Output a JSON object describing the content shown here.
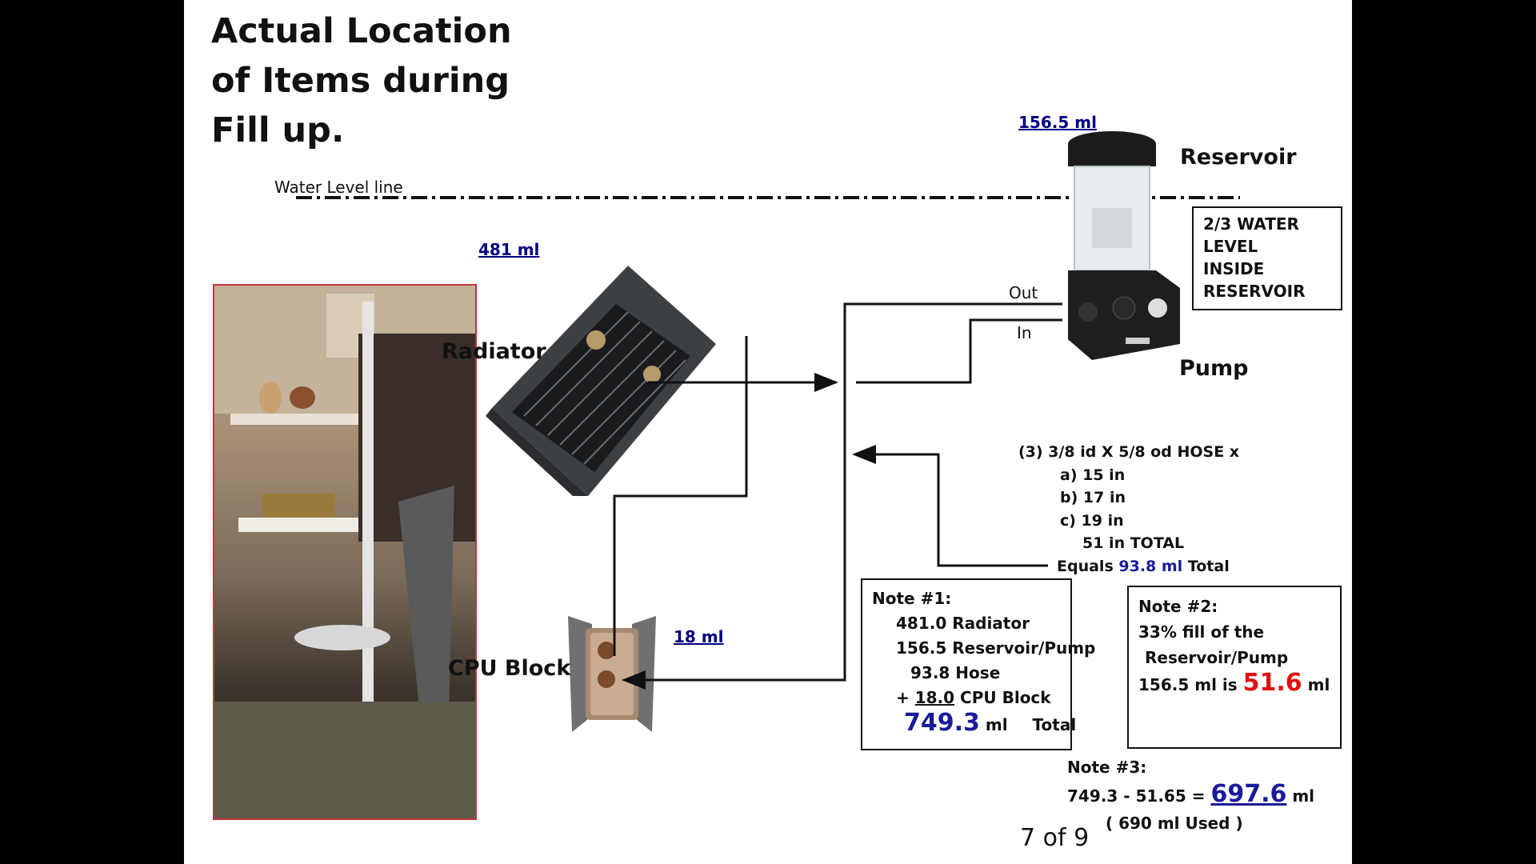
{
  "slide": {
    "title_line1": "Actual Location",
    "title_line2": "of Items during",
    "title_line3": "Fill up.",
    "water_level": "Water Level line",
    "reservoir_ml": "156.5 ml",
    "reservoir_label": "Reservoir",
    "water_note": [
      "2/3 WATER",
      "LEVEL",
      "INSIDE",
      "RESERVOIR"
    ],
    "radiator_ml": "481 ml",
    "radiator_label": "Radiator",
    "out_label": "Out",
    "in_label": "In",
    "pump_label": "Pump",
    "cpu_label": "CPU Block",
    "cpu_ml": "18 ml",
    "hose": {
      "line1": "(3) 3/8 id X 5/8 od HOSE x",
      "a": "a) 15 in",
      "b": "b) 17 in",
      "c": "c) 19 in",
      "total": "51 in TOTAL",
      "equals_pre": "Equals ",
      "equals_val": "93.8 ml",
      "equals_post": " Total"
    },
    "note1": {
      "title": "Note #1:",
      "l1": "481.0 Radiator",
      "l2": "156.5 Reservoir/Pump",
      "l3": "93.8 Hose",
      "l4_plus": "+",
      "l4_val": "18.0",
      "l4_post": " CPU Block",
      "total_val": "749.3",
      "total_unit": " ml",
      "total_word": "Total"
    },
    "note2": {
      "title": "Note #2:",
      "l1": "33% fill of the",
      "l2": "Reservoir/Pump",
      "l3_pre": "156.5 ml is ",
      "l3_val": "51.6",
      "l3_post": " ml"
    },
    "note3": {
      "title": "Note #3:",
      "calc": "749.3 - 51.65 =",
      "result": "697.6",
      "unit": " ml",
      "used": "( 690 ml Used )"
    },
    "page": "7 of 9"
  }
}
